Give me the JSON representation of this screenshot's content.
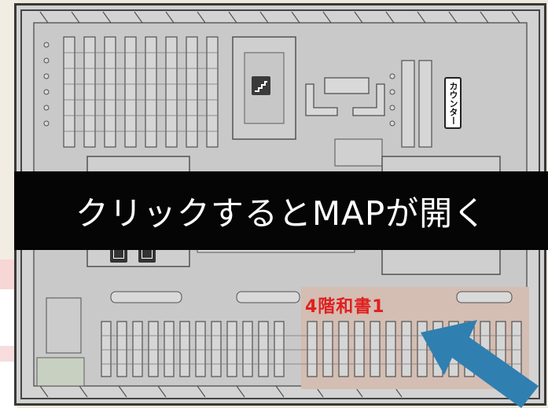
{
  "banner": {
    "text": "クリックするとMAPが開く"
  },
  "map": {
    "floor_label": "4階和書1",
    "counter_label": "カウンター",
    "highlight_color": "#f9d9c9",
    "arrow_color": "#2f7fb0",
    "icons": [
      "stairs-icon",
      "elevator-icon",
      "arrow-icon"
    ]
  }
}
